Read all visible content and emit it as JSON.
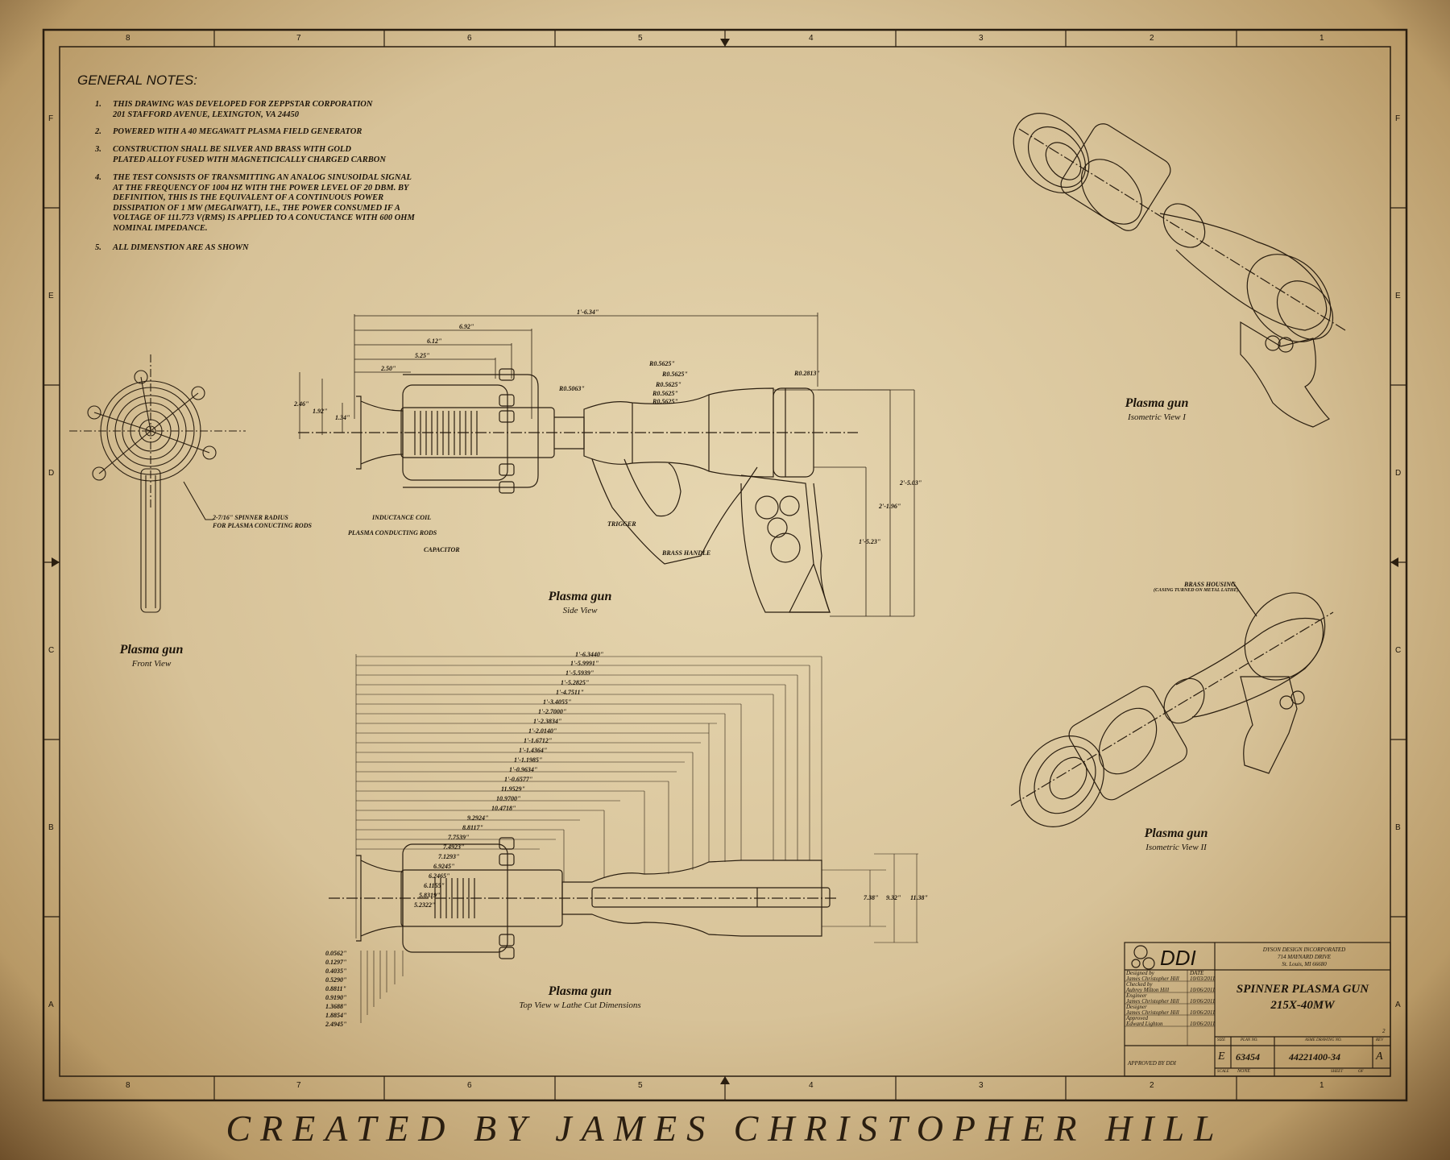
{
  "notes": {
    "title": "GENERAL NOTES:",
    "items": [
      {
        "num": "1.",
        "text": "THIS DRAWING WAS DEVELOPED FOR ZEPPSTAR CORPORATION\n201 STAFFORD AVENUE, LEXINGTON, VA 24450"
      },
      {
        "num": "2.",
        "text": "POWERED WITH A 40 MEGAWATT PLASMA FIELD GENERATOR"
      },
      {
        "num": "3.",
        "text": "CONSTRUCTION SHALL BE SILVER AND BRASS WITH GOLD\nPLATED ALLOY FUSED WITH MAGNETICICALLY CHARGED CARBON"
      },
      {
        "num": "4.",
        "text": "THE TEST CONSISTS OF TRANSMITTING AN ANALOG SINUSOIDAL SIGNAL\nAT THE FREQUENCY OF 1004 HZ WITH THE POWER LEVEL OF 20 DBM. BY\nDEFINITION, THIS IS THE EQUIVALENT OF A CONTINUOUS POWER\nDISSIPATION OF 1 MW (MEGAIWATT), I.E., THE POWER CONSUMED IF A\nVOLTAGE OF 111.773 V(RMS) IS APPLIED TO A CONUCTANCE WITH 600 OHM\nNOMINAL IMPEDANCE."
      },
      {
        "num": "5.",
        "text": "ALL DIMENSTION ARE AS SHOWN"
      }
    ]
  },
  "zones": {
    "columns": [
      "8",
      "7",
      "6",
      "5",
      "4",
      "3",
      "2",
      "1"
    ],
    "rows": [
      "F",
      "E",
      "D",
      "C",
      "B",
      "A"
    ]
  },
  "views": {
    "front": {
      "title": "Plasma gun",
      "subtitle": "Front View"
    },
    "side": {
      "title": "Plasma gun",
      "subtitle": "Side View"
    },
    "top": {
      "title": "Plasma gun",
      "subtitle": "Top View w Lathe Cut Dimensions"
    },
    "iso1": {
      "title": "Plasma gun",
      "subtitle": "Isometric View I"
    },
    "iso2": {
      "title": "Plasma gun",
      "subtitle": "Isometric View II"
    }
  },
  "callouts": {
    "spinner": "2-7/16\" SPINNER RADIUS\nFOR PLASMA CONUCTING RODS",
    "inductance": "INDUCTANCE COIL",
    "rods": "PLASMA CONDUCTING RODS",
    "capacitor": "CAPACITOR",
    "trigger": "TRIGGER",
    "handle": "BRASS HANDLE",
    "housing": "BRASS HOUSING",
    "housing_note": "(CASING TURNED ON METAL LATHE)"
  },
  "side_dims": {
    "overall": "1'-6.34\"",
    "d692": "6.92\"",
    "d612": "6.12\"",
    "d525": "5.25\"",
    "d250": "2.50\"",
    "h246": "2.46\"",
    "h192": "1.92\"",
    "h134": "1.34\"",
    "r5063": "R0.5063\"",
    "r5625a": "R0.5625\"",
    "r5625b": "R0.5625\"",
    "r5625c": "R0.5625\"",
    "r5625d": "R0.5625\"",
    "r5625e": "R0.5625\"",
    "r2813": "R0.2813\"",
    "v503": "2'-5.03\"",
    "v196": "2'-1.96\"",
    "v523": "1'-5.23\""
  },
  "top_dims": {
    "lathe": [
      "1'-6.3440\"",
      "1'-5.9991\"",
      "1'-5.5939\"",
      "1'-5.2825\"",
      "1'-4.7511\"",
      "1'-3.4055\"",
      "1'-2.7000\"",
      "1'-2.3834\"",
      "1'-2.0140\"",
      "1'-1.6712\"",
      "1'-1.4364\"",
      "1'-1.1985\"",
      "1'-0.9634\"",
      "1'-0.6577\"",
      "11.9529\"",
      "10.9700\"",
      "10.4718\"",
      "9.2924\"",
      "8.8117\"",
      "7.7539\"",
      "7.4923\"",
      "7.1293\"",
      "6.9245\"",
      "6.2465\"",
      "6.1155\"",
      "5.8319\"",
      "5.2322\""
    ],
    "bottom": [
      "0.0562\"",
      "0.1297\"",
      "0.4035\"",
      "0.5290\"",
      "0.8811\"",
      "0.9190\"",
      "1.3688\"",
      "1.8854\"",
      "2.4945\""
    ],
    "right": [
      "7.38\"",
      "9.32\"",
      "11.38\""
    ]
  },
  "titleblock": {
    "logo": "DDI",
    "company": "DYSON DESIGN INCORPORATED",
    "address1": "714 MAYNARD DRIVE",
    "address2": "St. Louis, MI 66680",
    "title1": "SPINNER PLASMA GUN",
    "title2": "215X-40MW",
    "rows": [
      {
        "label": "Designed by",
        "name": "James Christopher Hill",
        "date_label": "DATE",
        "date": "10/03/2011"
      },
      {
        "label": "Checked by",
        "name": "Aubrey Milton Hill",
        "date": "10/06/2011"
      },
      {
        "label": "Engineer",
        "name": "James Christopher Hill",
        "date": "10/06/2011"
      },
      {
        "label": "Designer",
        "name": "James Christopher Hill",
        "date": "10/06/2011"
      },
      {
        "label": "Approved",
        "name": "Edward Lighton",
        "date": "10/06/2011"
      }
    ],
    "approved_by": "APPROVED BY DDI",
    "size_label": "SIZE",
    "size": "E",
    "plan_label": "PLAN NO.",
    "plan": "63454",
    "drawing_label": "ASME DRAWING NO.",
    "drawing": "44221400-34",
    "rev_label": "REV",
    "rev": "A",
    "scale_label": "SCALE",
    "scale": "NONE",
    "sheet_label": "SHEET",
    "of_label": "OF",
    "page_num": "2"
  },
  "credit": "CREATED BY JAMES CHRISTOPHER HILL"
}
